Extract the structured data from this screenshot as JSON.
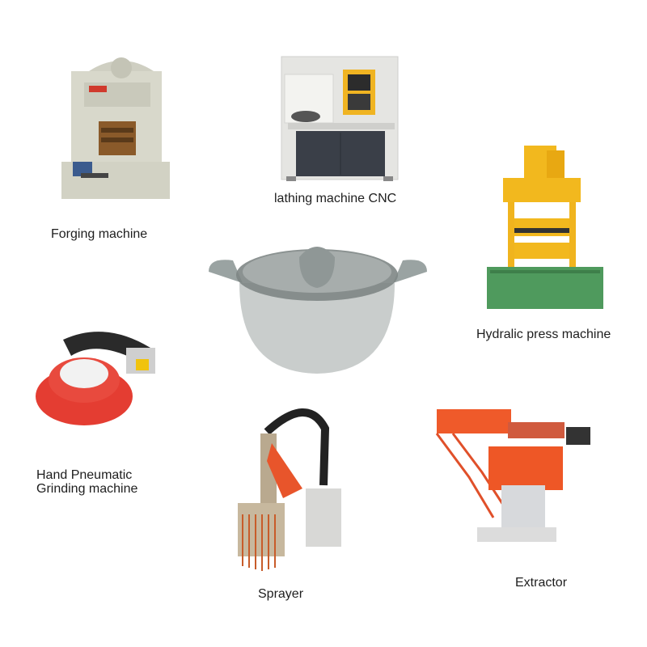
{
  "products": [
    {
      "id": "forging",
      "label": "Forging machine",
      "icon": "forging-machine"
    },
    {
      "id": "lathe",
      "label": "lathing machine CNC",
      "icon": "cnc-lathe"
    },
    {
      "id": "pot",
      "label": "",
      "icon": "stock-pot"
    },
    {
      "id": "press",
      "label": "Hydralic press machine",
      "icon": "hydraulic-press"
    },
    {
      "id": "grinder",
      "label_line1": "Hand Pneumatic",
      "label_line2": "Grinding machine",
      "icon": "pneumatic-sander"
    },
    {
      "id": "sprayer",
      "label": "Sprayer",
      "icon": "sprayer"
    },
    {
      "id": "extractor",
      "label": "Extractor",
      "icon": "extractor"
    }
  ],
  "colors": {
    "background": "#ffffff",
    "machine_beige": "#dcdcd0",
    "press_yellow": "#f2b81e",
    "press_green": "#4f9a5d",
    "robot_orange": "#e8552b",
    "sander_red": "#e43d32",
    "pot_gray": "#c9cdcc"
  }
}
